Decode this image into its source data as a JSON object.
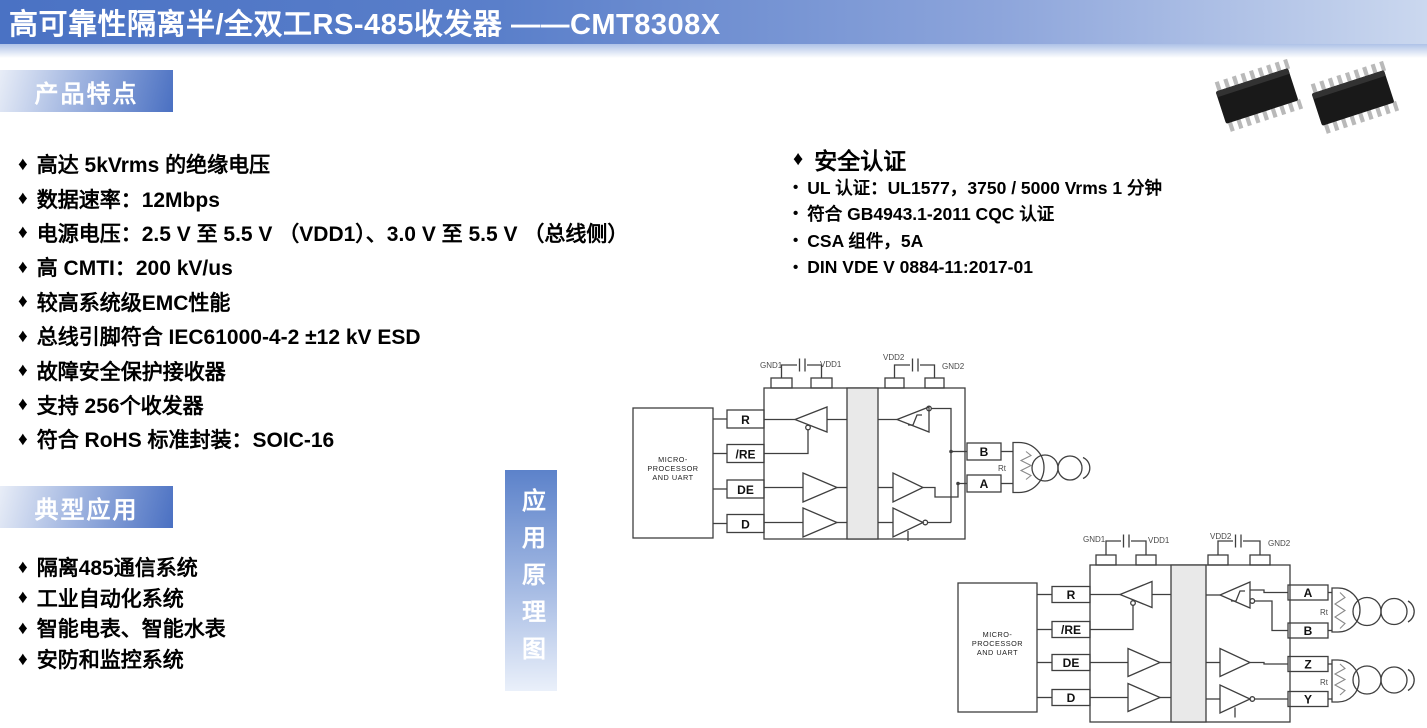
{
  "banner": {
    "title": "高可靠性隔离半/全双工RS-485收发器 ——CMT8308X"
  },
  "sections": {
    "features_label": "产品特点",
    "applications_label": "典型应用",
    "schematic_label": "应用原理图"
  },
  "features": {
    "marker": "♦",
    "items": [
      "高达 5kVrms 的绝缘电压",
      "数据速率：12Mbps",
      "电源电压：2.5 V 至 5.5 V （VDD1）、3.0 V 至 5.5 V （总线侧）",
      "高 CMTI：200 kV/us",
      "较高系统级EMC性能",
      "总线引脚符合 IEC61000-4-2 ±12 kV ESD",
      "故障安全保护接收器",
      "支持 256个收发器",
      "符合 RoHS 标准封装：SOIC-16"
    ]
  },
  "safety": {
    "marker": "♦",
    "title": "安全认证",
    "bullet": "•",
    "items": [
      "UL 认证：UL1577，3750 / 5000 Vrms 1 分钟",
      "符合 GB4943.1-2011 CQC 认证",
      "CSA 组件，5A",
      "DIN VDE V 0884-11:2017-01"
    ]
  },
  "applications": {
    "marker": "♦",
    "items": [
      "隔离485通信系统",
      "工业自动化系统",
      "智能电表、智能水表",
      "安防和监控系统"
    ]
  },
  "diagram_half_duplex": {
    "mcu_lines": [
      "MICRO-",
      "PROCESSOR",
      "AND UART"
    ],
    "left_pins": [
      "R",
      "/RE",
      "DE",
      "D"
    ],
    "top_labels": [
      "GND1",
      "VDD1",
      "VDD2",
      "GND2"
    ],
    "bus_pins": [
      "B",
      "A"
    ],
    "termination_label": "Rt"
  },
  "diagram_full_duplex": {
    "mcu_lines": [
      "MICRO-",
      "PROCESSOR",
      "AND UART"
    ],
    "left_pins": [
      "R",
      "/RE",
      "DE",
      "D"
    ],
    "top_labels": [
      "GND1",
      "VDD1",
      "VDD2",
      "GND2"
    ],
    "bus_pins": [
      "A",
      "B",
      "Z",
      "Y"
    ],
    "termination_labels": [
      "Rt",
      "Rt"
    ]
  },
  "colors": {
    "banner_left": "#4a72c4",
    "banner_right": "#cbd8ef",
    "section_label_dark": "#4a70c2",
    "section_label_light": "#e8edf7",
    "tab_top": "#5c82ca",
    "tab_bottom": "#eaf0fa",
    "diagram_stroke": "#3f3f3f",
    "isolation_fill": "#e9e9e9",
    "text": "#000000"
  }
}
